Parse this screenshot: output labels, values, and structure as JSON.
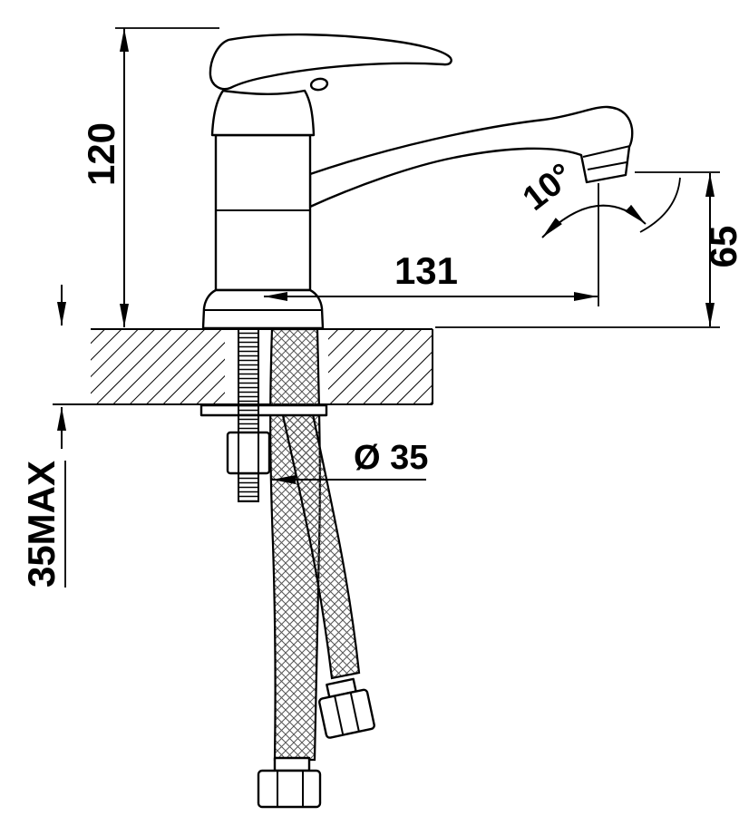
{
  "page": {
    "background": "#ffffff",
    "line_color": "#000000"
  },
  "drawing": {
    "labels": {
      "height": "120",
      "reach": "131",
      "spout_height": "65",
      "angle": "10°",
      "diameter": "Ø 35",
      "max_thickness": "35MAX"
    }
  }
}
